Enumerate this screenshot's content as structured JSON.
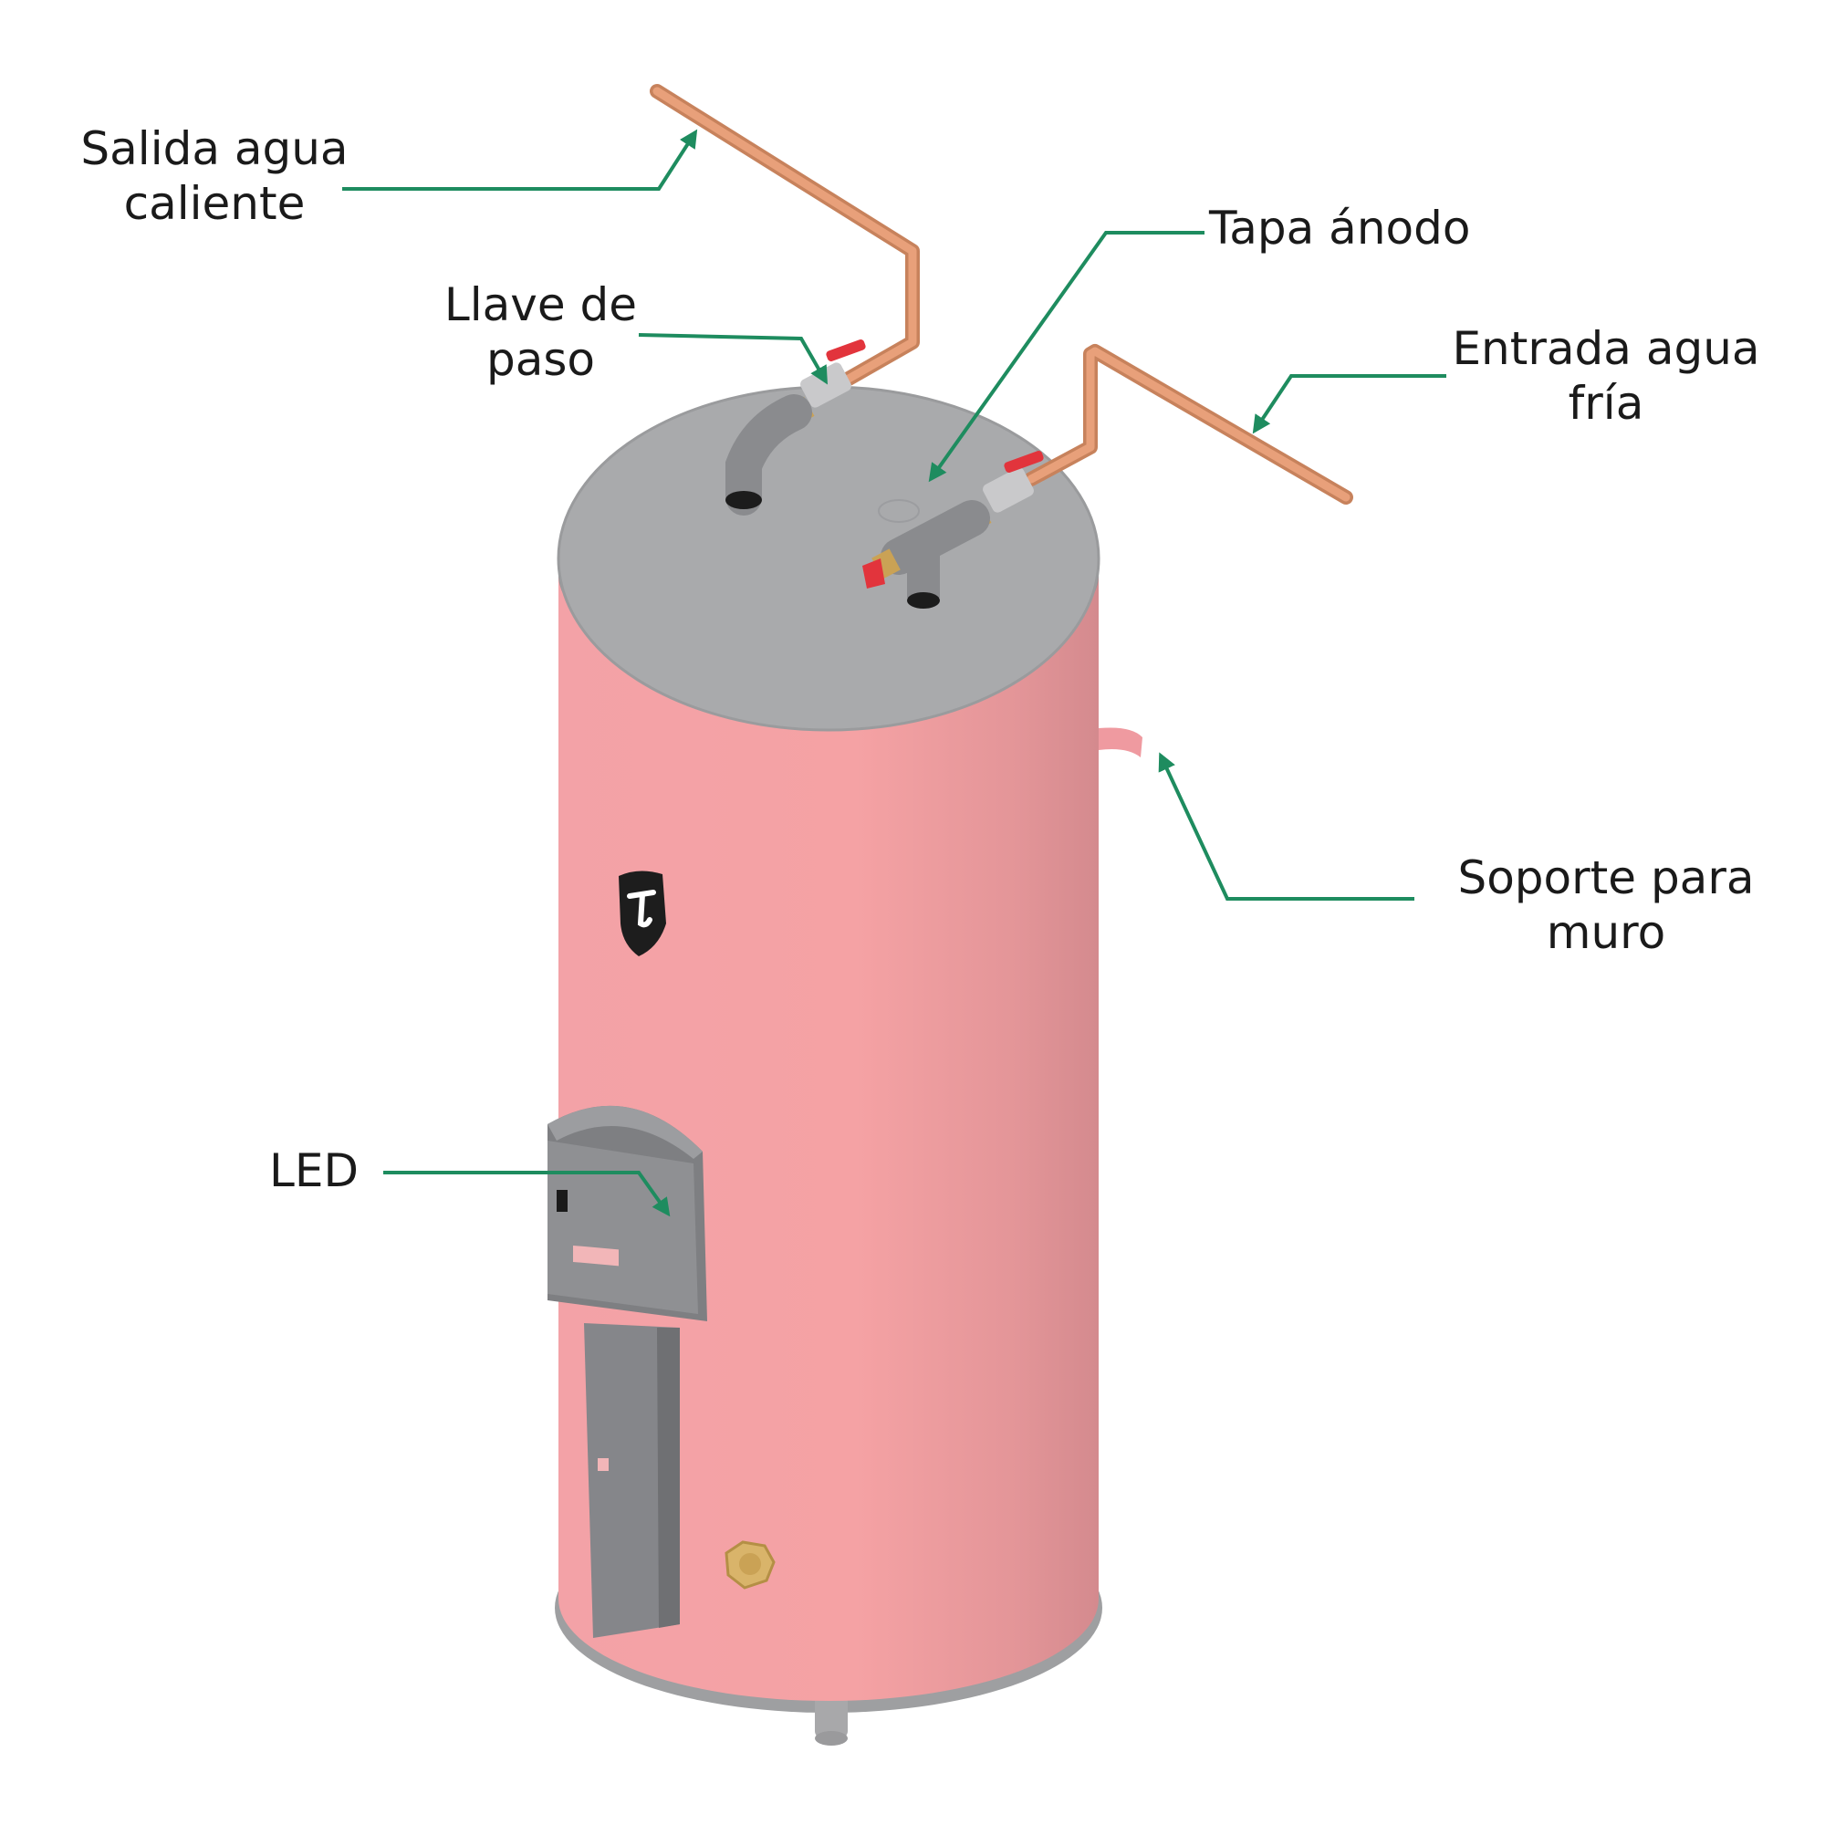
{
  "colors": {
    "tank_body": "#f4a3a6",
    "tank_cap": "#a9aaac",
    "copper_pipe": "#d9936a",
    "leader_line": "#1e8c5f",
    "valve_handle": "#e2343c",
    "control_box": "#8f8f91"
  },
  "labels": {
    "hot_outlet": {
      "line1": "Salida agua",
      "line2": "caliente"
    },
    "valve": {
      "line1": "Llave de",
      "line2": "paso"
    },
    "anode_cap": {
      "line1": "Tapa ánodo"
    },
    "cold_inlet": {
      "line1": "Entrada agua",
      "line2": "fría"
    },
    "wall_bracket": {
      "line1": "Soporte para",
      "line2": "muro"
    },
    "led": {
      "line1": "LED"
    }
  },
  "icons": {
    "brand_logo": "shield-logo-icon",
    "drain_valve": "hex-nut-icon"
  }
}
